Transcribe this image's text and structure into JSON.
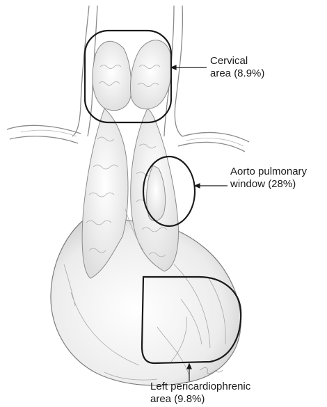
{
  "labels": {
    "cervical": {
      "line1": "Cervical",
      "line2": "area (8.9%)"
    },
    "aorto_pulmonary": {
      "line1": "Aorto pulmonary",
      "line2": "window (28%)"
    },
    "left_pericardiophrenic": {
      "line1": "Left pericardiophrenic",
      "line2": "area (9.8%)"
    }
  }
}
